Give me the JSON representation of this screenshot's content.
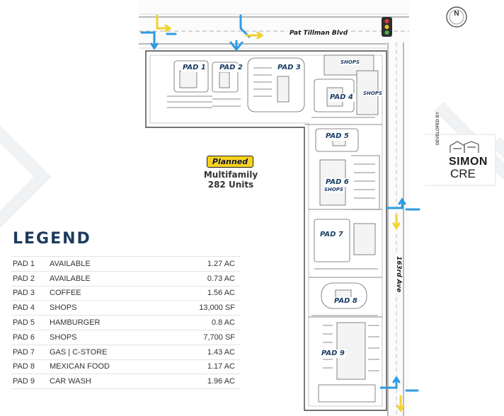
{
  "map": {
    "streets": {
      "north": "Pat Tillman Blvd",
      "east": "163rd Ave"
    },
    "compass_label": "N",
    "planned": {
      "badge": "Planned",
      "line1": "Multifamily",
      "line2": "282 Units"
    },
    "pad_labels": [
      "PAD 1",
      "PAD 2",
      "PAD 3",
      "PAD 4",
      "PAD 5",
      "PAD 6",
      "PAD 7",
      "PAD 8",
      "PAD 9"
    ],
    "shops_labels": [
      "SHOPS",
      "SHOPS",
      "SHOPS"
    ],
    "colors": {
      "arrow_blue": "#2f9be2",
      "arrow_yellow": "#f2d230",
      "outline": "#555555",
      "legend_title": "#1c3a5c",
      "pad_text": "#1c3f66"
    },
    "icons": [
      "north-compass-icon",
      "traffic-light-icon",
      "building-logo-icon"
    ]
  },
  "legend": {
    "title": "LEGEND",
    "rows": [
      {
        "pad": "PAD 1",
        "use": "AVAILABLE",
        "size": "1.27 AC"
      },
      {
        "pad": "PAD 2",
        "use": "AVAILABLE",
        "size": "0.73 AC"
      },
      {
        "pad": "PAD 3",
        "use": "COFFEE",
        "size": "1.56 AC"
      },
      {
        "pad": "PAD 4",
        "use": "SHOPS",
        "size": "13,000 SF"
      },
      {
        "pad": "PAD 5",
        "use": "HAMBURGER",
        "size": "0.8 AC"
      },
      {
        "pad": "PAD 6",
        "use": "SHOPS",
        "size": "7,700 SF"
      },
      {
        "pad": "PAD 7",
        "use": "GAS | C-STORE",
        "size": "1.43 AC"
      },
      {
        "pad": "PAD 8",
        "use": "MEXICAN FOOD",
        "size": "1.17 AC"
      },
      {
        "pad": "PAD 9",
        "use": "CAR WASH",
        "size": "1.96 AC"
      }
    ]
  },
  "developer": {
    "prefix": "DEVELOPED BY",
    "name_line1": "SIMON",
    "name_line2": "CRE"
  }
}
